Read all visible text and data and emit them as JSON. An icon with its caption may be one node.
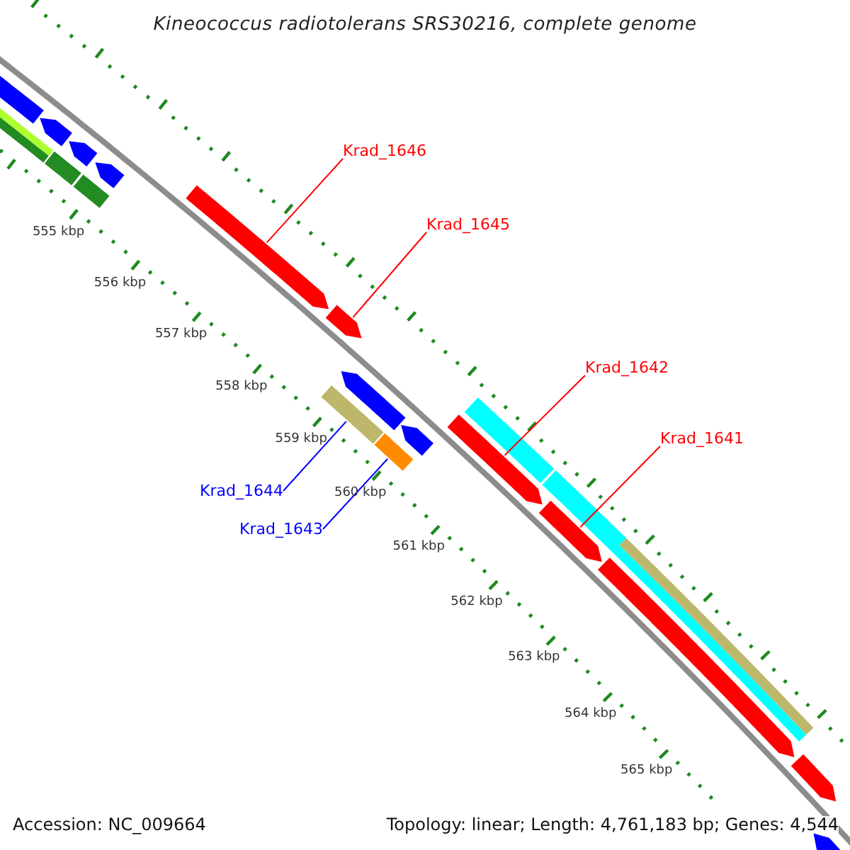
{
  "diagram": {
    "title": "Kineococcus radiotolerans SRS30216, complete genome",
    "nodes": [
      {
        "text": [
          "Krad_1646"
        ]
      },
      {
        "text": [
          "Krad_1645"
        ]
      },
      {
        "text": [
          "Krad_1642"
        ]
      },
      {
        "text": [
          "Krad_1641"
        ]
      },
      {
        "text": [
          "Krad_1644"
        ]
      },
      {
        "text": [
          "Krad_1643"
        ]
      },
      {
        "text": [],
        "shape": "bar"
      },
      {
        "text": [],
        "shape": "bar"
      },
      {
        "text": [],
        "shape": "bar"
      },
      {
        "text": [],
        "shape": "bar"
      },
      {
        "text": [],
        "shape": "bar"
      },
      {
        "text": [],
        "shape": "bar"
      }
    ],
    "edges": [
      {
        "from": 0,
        "to": 6,
        "arrow": "none"
      },
      {
        "from": 1,
        "to": 8,
        "arrow": "none"
      },
      {
        "from": 2,
        "to": 10,
        "arrow": "none"
      },
      {
        "from": 3,
        "to": 11,
        "arrow": "none"
      },
      {
        "from": 4,
        "to": 7,
        "arrow": "none",
        "color": "#0000ff"
      },
      {
        "from": 5,
        "to": 9,
        "arrow": "none",
        "color": "#0000ff"
      }
    ],
    "labels": [
      "555 kbp",
      "556 kbp",
      "557 kbp",
      "558 kbp",
      "559 kbp",
      "560 kbp",
      "561 kbp",
      "562 kbp",
      "563 kbp",
      "564 kbp",
      "565 kbp",
      "Accession: NC_009664",
      "Topology: linear; Length: 4,761,183 bp; Genes: 4,544"
    ]
  }
}
